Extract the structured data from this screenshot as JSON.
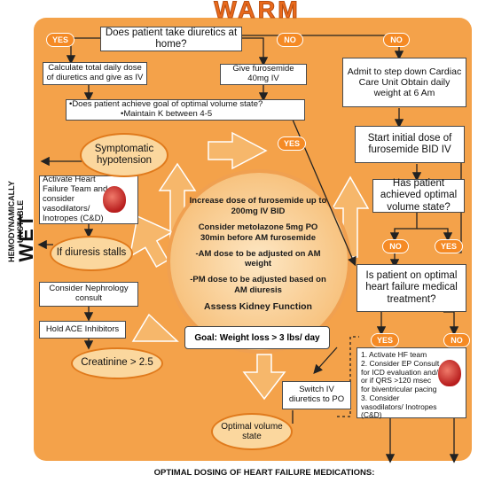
{
  "title": "WARM",
  "side_label_top": "HEMODYNAMICALLY UNSTABLE",
  "side_label_main": "WET",
  "bottom_caption": "OPTIMAL DOSING OF HEART FAILURE MEDICATIONS:",
  "yes_label": "YES",
  "no_label": "NO",
  "boxes": {
    "q_diuretics": "Does patient take diuretics at home?",
    "calc_dose": "Calculate total daily dose of diuretics and give as IV",
    "give_furosemide": "Give furosemide 40mg IV",
    "goal_check_1": "•Does patient achieve goal of optimal volume state?",
    "goal_check_2": "•Maintain K between 4-5",
    "admit": "Admit to step down Cardiac Care Unit Obtain daily weight at 6 Am",
    "start_dose": "Start initial dose of furosemide BID IV",
    "achieved_q": "Has patient achieved optimal volume state?",
    "optimal_q": "Is patient on optimal heart failure medical treatment?",
    "activate_hf": "Activate Heart Failure Team and consider vasodilators/ Inotropes (C&D)",
    "nephrology": "Consider Nephrology consult",
    "hold_ace": "Hold ACE Inhibitors",
    "switch_po": "Switch IV diuretics to PO",
    "list_1": "1. Activate HF team",
    "list_2": "2. Consider EP Consult for ICD evaluation and/ or if QRS >120 msec for biventricular pacing",
    "list_3": "3. Consider vasodilators/ Inotropes (C&D)"
  },
  "ellipses": {
    "symptomatic": "Symptomatic hypotension",
    "diuresis_stalls": "If diuresis stalls",
    "creatinine": "Creatinine > 2.5",
    "optimal_volume": "Optimal volume state"
  },
  "center": {
    "line1": "Increase dose of furosemide up to 200mg IV BID",
    "line2": "Consider metolazone 5mg PO 30min before AM furosemide",
    "line3": "-AM dose to be adjusted on AM weight",
    "line4": "-PM dose to be adjusted based on AM diuresis",
    "line5": "Assess Kidney Function",
    "goal": "Goal: Weight loss > 3 lbs/ day"
  },
  "colors": {
    "panel": "#f4a24a",
    "circle": "#fbd79e",
    "pill": "#f58a24",
    "title": "#ea6a1c"
  }
}
